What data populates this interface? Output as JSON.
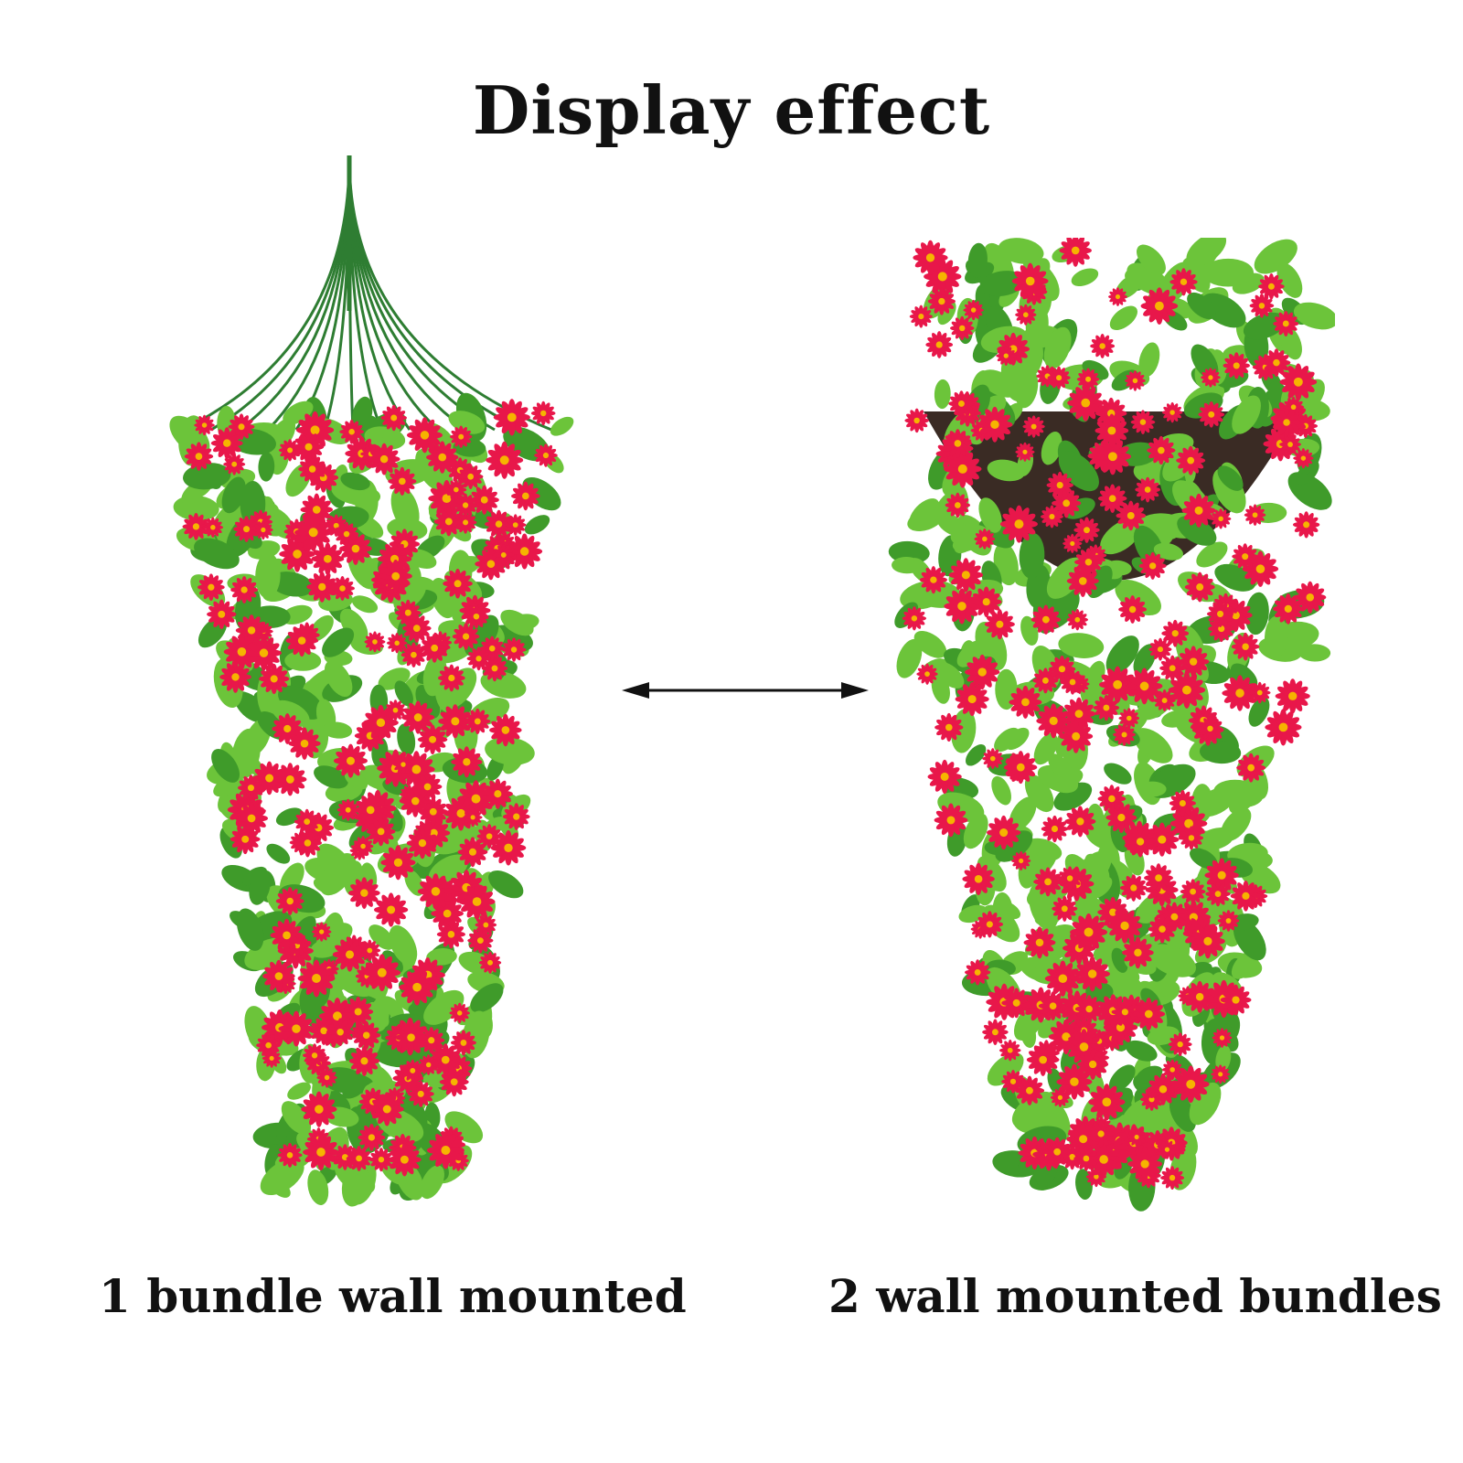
{
  "title": "Display effect",
  "captions": {
    "left": "1 bundle wall mounted",
    "right": "2 wall mounted bundles"
  },
  "colors": {
    "flower": "#e8174a",
    "flower_center": "#f6b400",
    "leaf": "#6cc43a",
    "leaf_dark": "#3f9b2a",
    "stem": "#2e7d32",
    "basket": "#3a2b24",
    "text": "#111111"
  }
}
